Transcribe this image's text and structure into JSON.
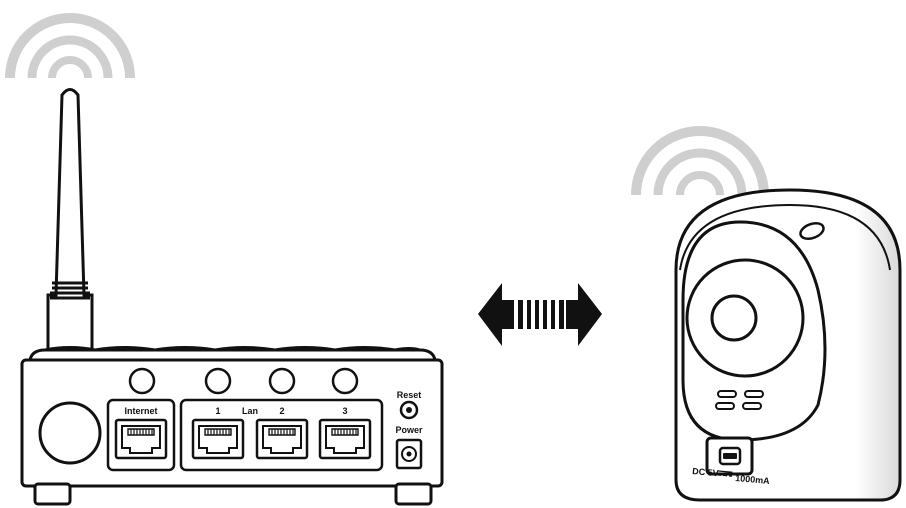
{
  "router": {
    "port_labels": {
      "internet": "Internet",
      "lan": "Lan",
      "lan1": "1",
      "lan2": "2",
      "lan3": "3",
      "reset": "Reset",
      "power": "Power"
    }
  },
  "camera": {
    "power_label": "DC 5V",
    "current_label": "1000mA"
  },
  "colors": {
    "outline": "#111111",
    "signal": "#cfcfcf"
  }
}
